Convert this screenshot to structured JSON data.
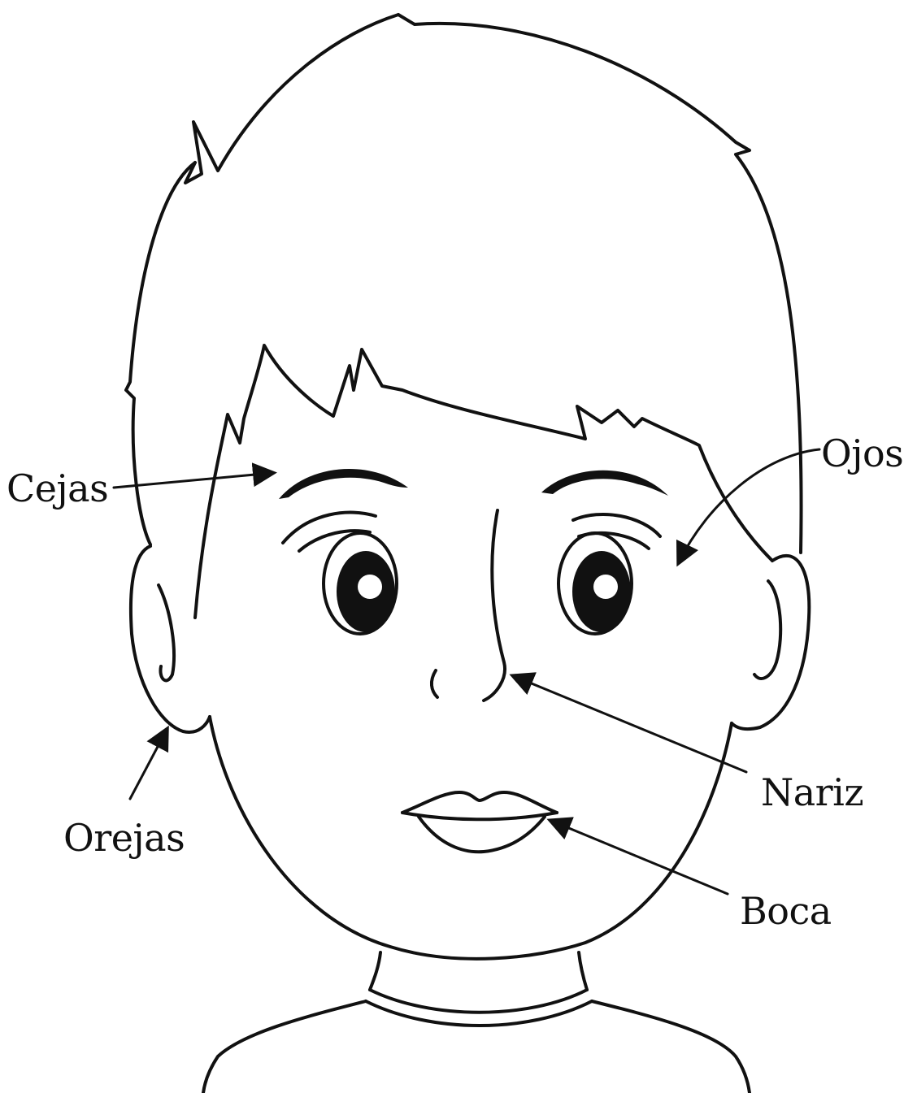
{
  "labels": {
    "eyebrows": "Cejas",
    "eyes": "Ojos",
    "nose": "Nariz",
    "ears": "Orejas",
    "mouth": "Boca"
  },
  "colors": {
    "ink": "#111111",
    "background": "#ffffff"
  }
}
